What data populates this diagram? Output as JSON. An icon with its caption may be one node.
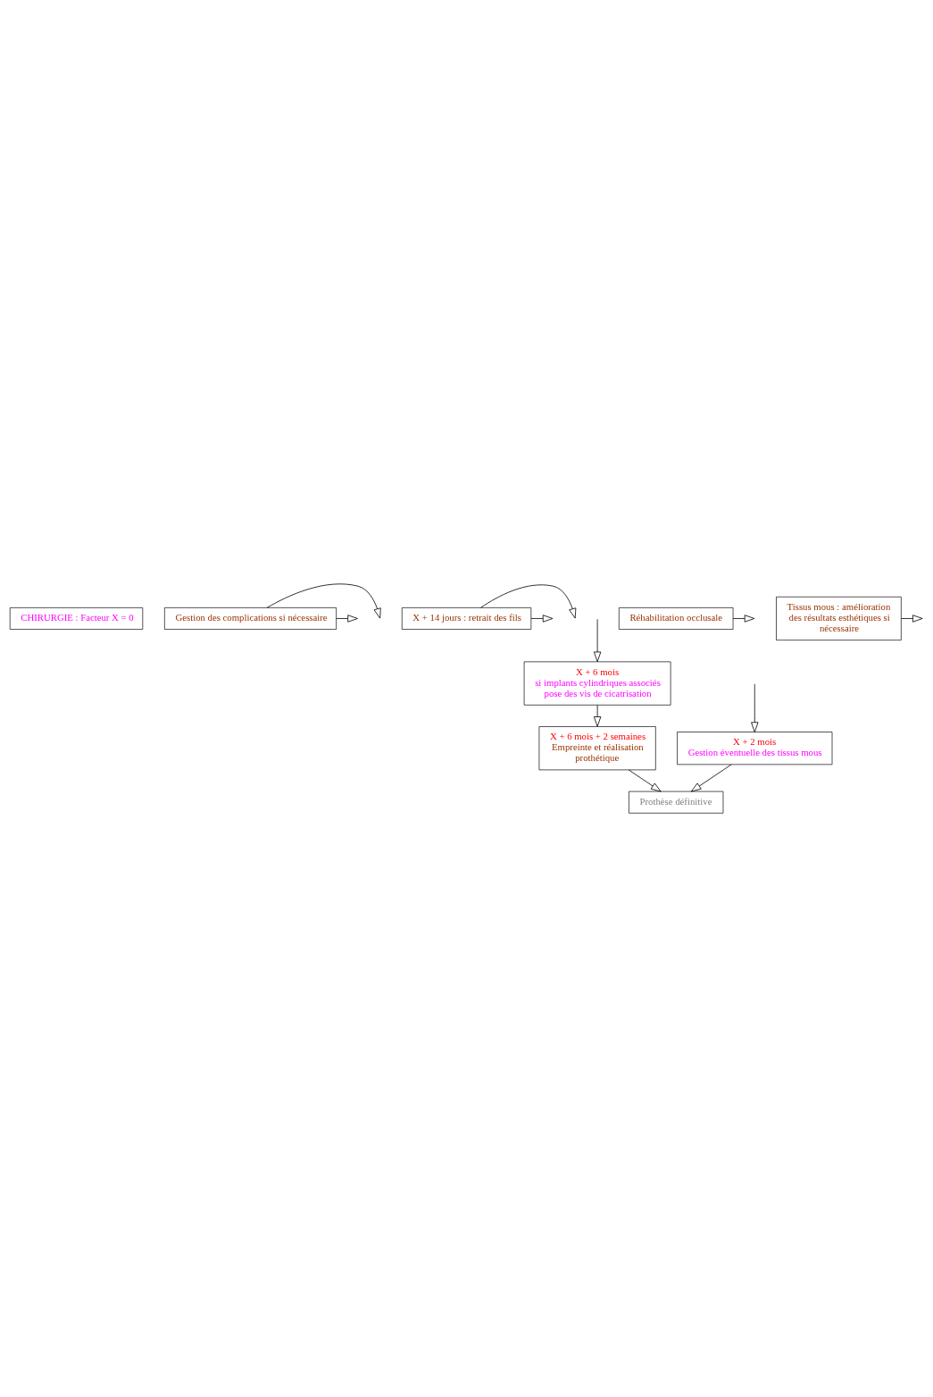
{
  "diagram": {
    "nodes": [
      {
        "text": [
          "CHIRURGIE : Facteur X = 0"
        ]
      },
      {
        "text": [
          "Gestion des complications si nécessaire"
        ]
      },
      {
        "text": [
          "X + 14 jours : retrait des fils"
        ]
      },
      {
        "text": [
          "X + 2 mois",
          "Gestion éventuelle des tissus mous"
        ]
      },
      {
        "text": [
          "X + 6 mois",
          "si implants cylindriques associés pose des vis de cicatrisation"
        ]
      },
      {
        "text": [
          "X + 6 mois + 2 semaines",
          "Empreinte et réalisation prothétique"
        ]
      },
      {
        "text": [
          "Prothèse définitive"
        ]
      },
      {
        "text": [
          "Réhabilitation occlusale"
        ]
      },
      {
        "text": [
          "Tissus mous : amélioration des résultats esthétiques si nécessaire"
        ]
      }
    ],
    "edges": [
      {
        "from": 1,
        "to": null,
        "arrow": "to"
      },
      {
        "from": 1,
        "to": null,
        "arrow": "to"
      },
      {
        "from": 2,
        "to": null,
        "arrow": "to"
      },
      {
        "from": 2,
        "to": null,
        "arrow": "to"
      },
      {
        "from": null,
        "to": 4,
        "arrow": "to"
      },
      {
        "from": null,
        "to": 3,
        "arrow": "to"
      },
      {
        "from": 4,
        "to": 5,
        "arrow": "to"
      },
      {
        "from": 5,
        "to": 6,
        "arrow": "to"
      },
      {
        "from": 3,
        "to": 6,
        "arrow": "to"
      },
      {
        "from": 7,
        "to": null,
        "arrow": "to"
      },
      {
        "from": 8,
        "to": null,
        "arrow": "to"
      }
    ]
  }
}
